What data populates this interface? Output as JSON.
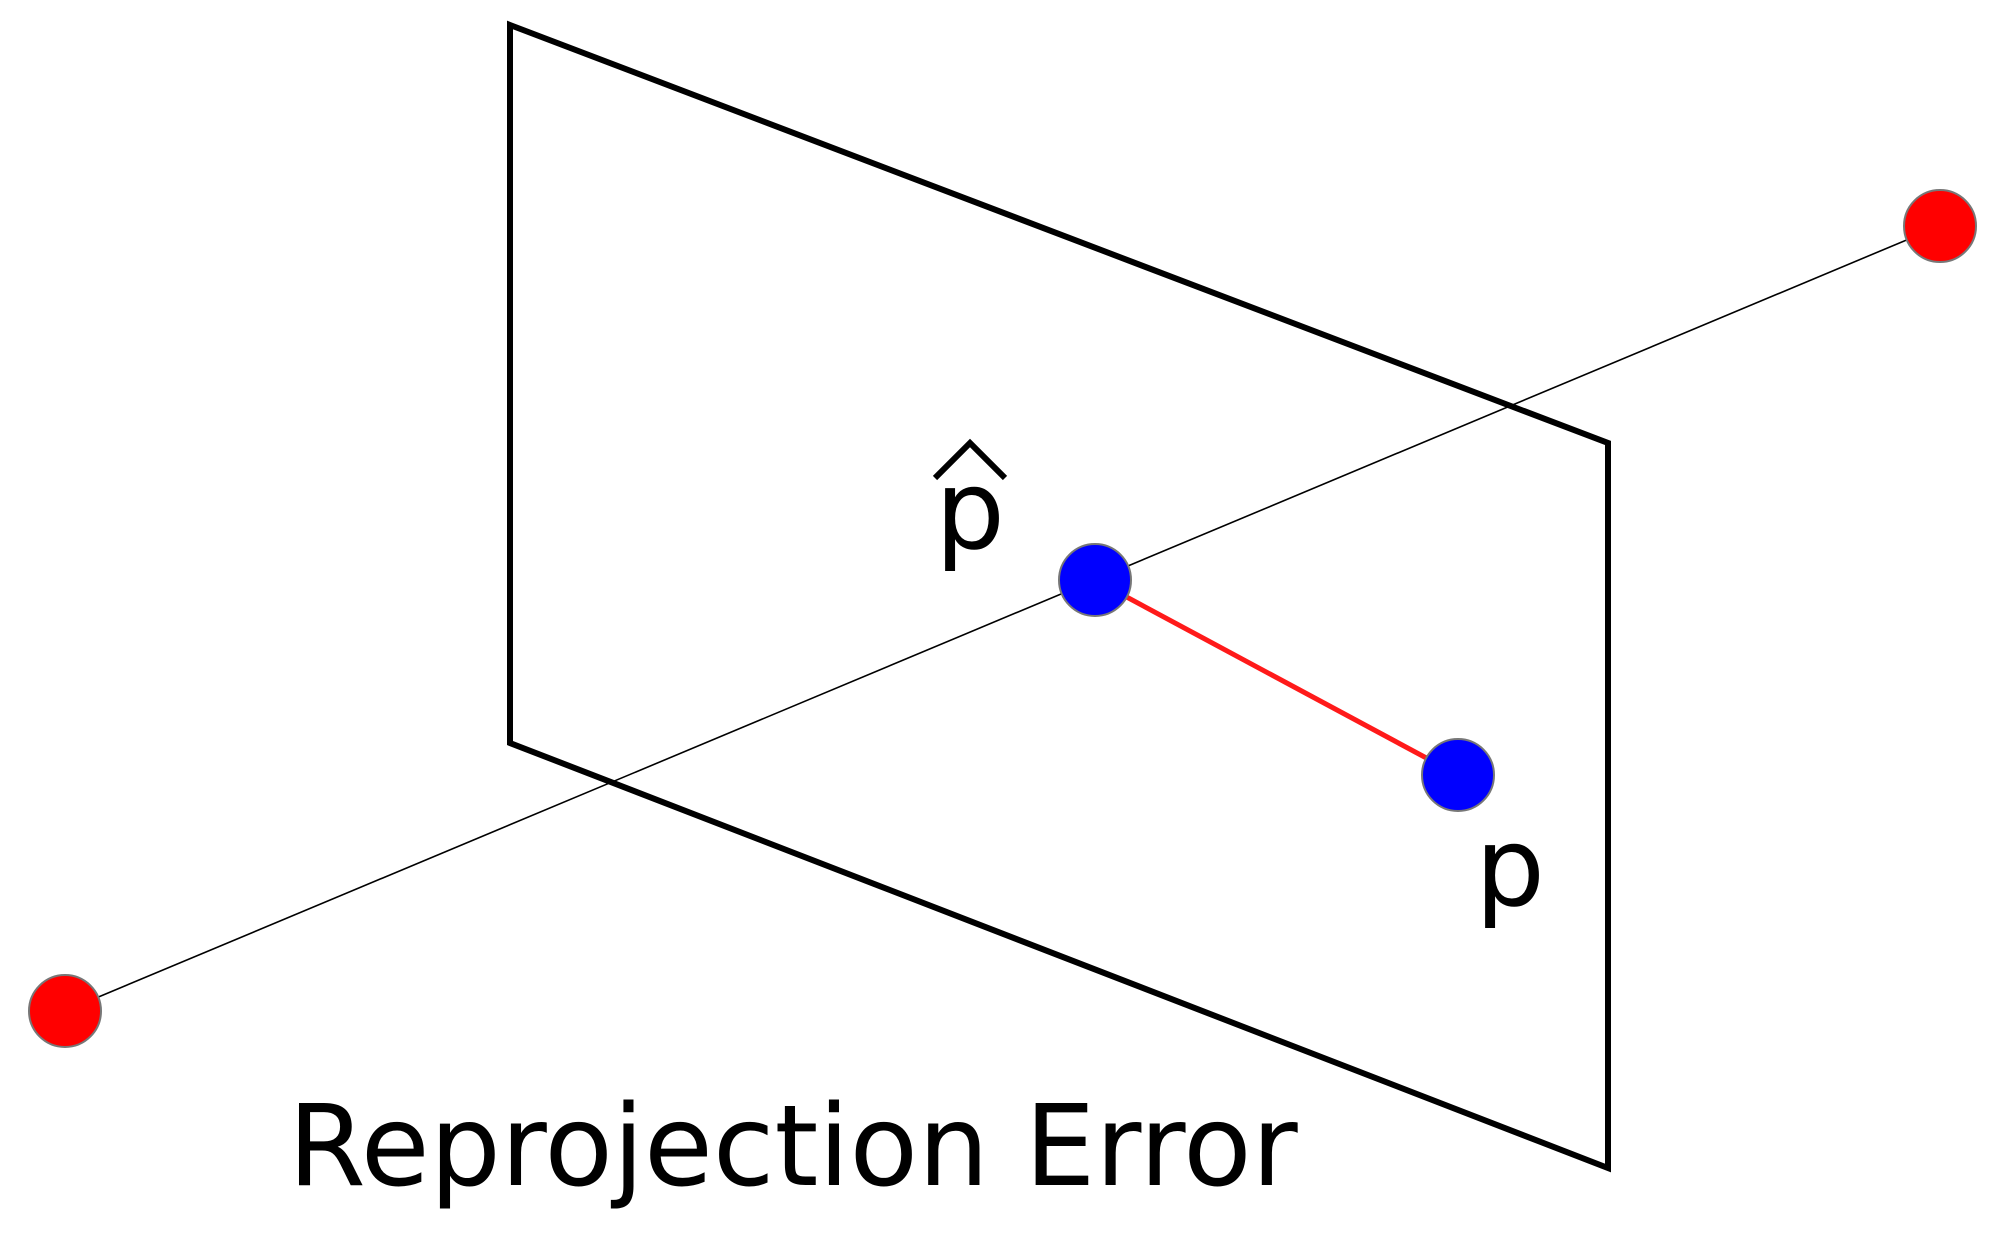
{
  "diagram": {
    "caption": "Reprojection Error",
    "labels": {
      "projected_point": "p",
      "observed_point": "p"
    },
    "colors": {
      "image_plane_stroke": "#000000",
      "ray": "#000000",
      "world_point": "#ff0000",
      "image_point": "#0000ff",
      "error_segment": "#ff1a1a",
      "point_outline": "#777777"
    }
  }
}
